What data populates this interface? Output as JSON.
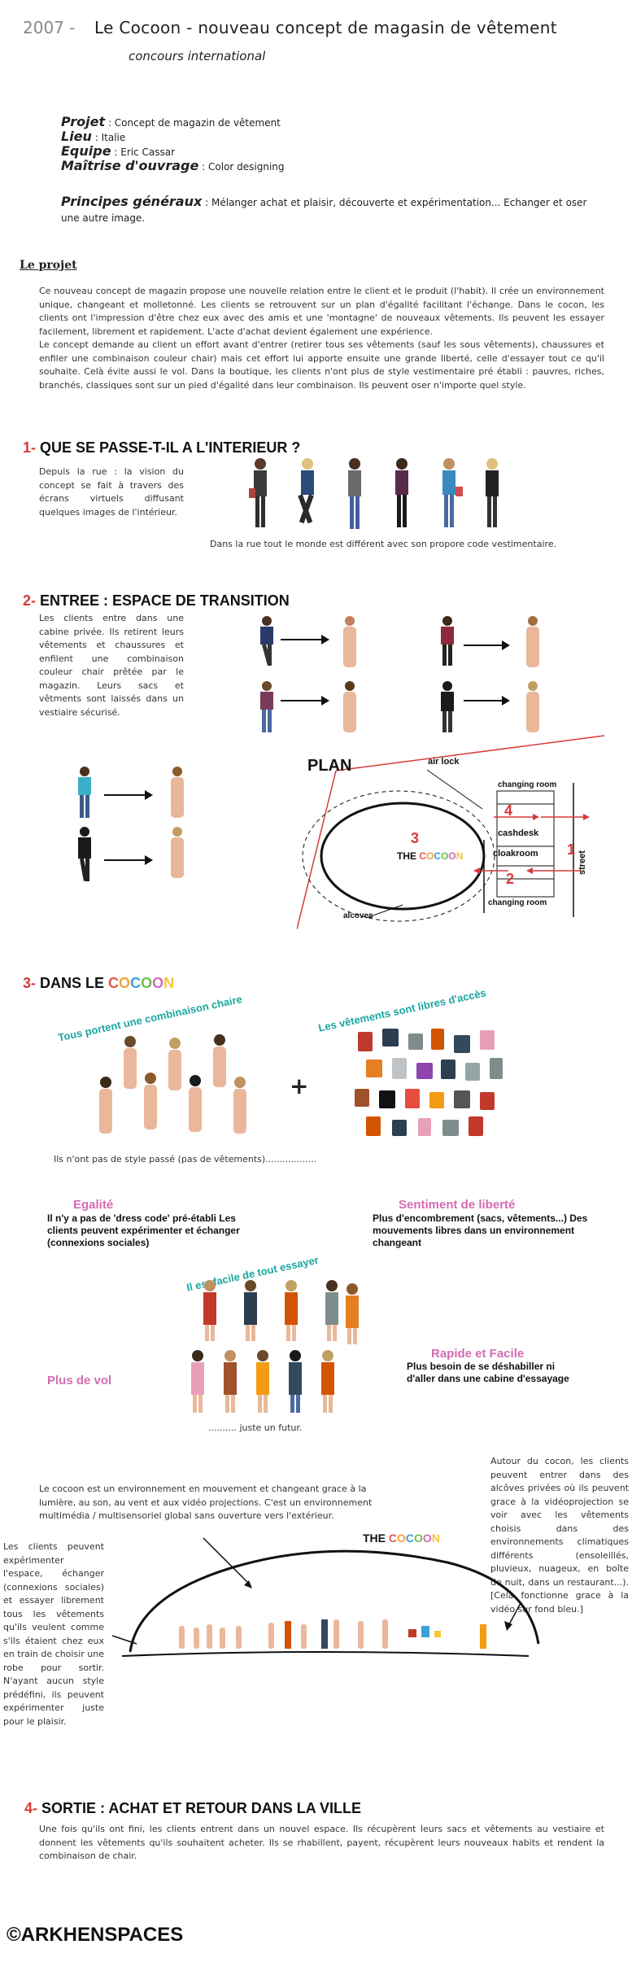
{
  "header": {
    "year": "2007 -",
    "title": "Le Cocoon - nouveau concept de magasin de vêtement",
    "subtitle": "concours international"
  },
  "project": {
    "rows": [
      {
        "label": "Projet",
        "value": ": Concept de magazin de vêtement"
      },
      {
        "label": "Lieu",
        "value": ": Italie"
      },
      {
        "label": "Equipe",
        "value": ": Eric Cassar"
      },
      {
        "label": "Maîtrise d'ouvrage",
        "value": ": Color designing"
      }
    ],
    "principles_label": "Principes généraux",
    "principles_text": ": Mélanger achat et plaisir, découverte et expérimentation... Echanger et oser une autre image."
  },
  "le_projet": {
    "title": "Le projet",
    "p1": "Ce nouveau concept de magazin propose une nouvelle relation entre le client et le produit (l'habit). Il crée un environnement unique, changeant et molletonné. Les clients se retrouvent sur un plan d'égalité facilitant l'échange. Dans le cocon, les clients ont l'impression d'être chez eux avec des amis et une 'montagne' de nouveaux vêtements. Ils peuvent les essayer facilement, librement et rapidement. L'acte d'achat devient également une expérience.",
    "p2": "Le concept demande au client un effort avant d'entrer (retirer tous ses vêtements (sauf les sous vêtements), chaussures et enfiler une combinaison couleur chair) mais cet effort lui apporte ensuite une grande liberté, celle d'essayer tout ce qu'il souhaite. Celà évite aussi le vol. Dans la boutique, les clients n'ont plus de style vestimentaire pré établi : pauvres, riches, branchés, classiques sont sur un pied d'égalité dans leur combinaison. Ils peuvent oser n'importe quel style."
  },
  "section1": {
    "num": "1-",
    "title": "QUE SE PASSE-T-IL A L'INTERIEUR ?",
    "text": "Depuis la rue : la vision du concept se fait à travers des écrans virtuels diffusant quelques images de l'intérieur.",
    "caption": "Dans la rue tout le monde est différent avec son propore code vestimentaire."
  },
  "section2": {
    "num": "2-",
    "title": "ENTREE : ESPACE DE TRANSITION",
    "text": "Les clients entre dans une cabine privée. Ils retirent leurs vêtements et chaussures et enfilent une combinaison couleur chair prêtée par le magazin. Leurs sacs et vêtments sont laissés dans un vestiaire sécurisé."
  },
  "plan": {
    "title": "PLAN",
    "air_lock": "air lock",
    "changing_room_top": "changing room",
    "cashdesk": "cashdesk",
    "cloakroom": "cloakroom",
    "changing_room_bottom": "changing room",
    "alcoves": "alcoves",
    "street": "street",
    "n1": "1",
    "n2": "2",
    "n3": "3",
    "n4": "4",
    "logo_the": "THE ",
    "logo_letters": [
      "C",
      "O",
      "C",
      "O",
      "O",
      "N"
    ]
  },
  "section3": {
    "num": "3-",
    "title_pre": "DANS LE ",
    "title_letters": [
      "C",
      "O",
      "C",
      "O",
      "O",
      "N"
    ],
    "left_curve": "Tous portent une combinaison chaire",
    "right_curve": "Les vêtements sont libres d'accès",
    "plus": "+",
    "caption": "Ils n'ont pas de style passé (pas de vêtements)..................",
    "egalite_title": "Egalité",
    "egalite_text": "Il n'y a pas de 'dress code' pré-établi Les clients peuvent expérimenter et échanger  (connexions sociales)",
    "liberte_title": "Sentiment de liberté",
    "liberte_text": "Plus d'encombrement (sacs, vêtements...) Des mouvements libres dans un environnement changeant",
    "facile_curve": "Il est facile de tout essayer",
    "vol_title": "Plus de vol",
    "rapide_title": "Rapide et Facile",
    "rapide_text": "Plus besoin de se déshabiller ni d'aller dans une cabine d'essayage",
    "futur": ".......... juste un futur."
  },
  "environment": {
    "top_text": "Le cocoon est un environnement en mouvement et changeant grace à la lumière, au son, au vent et aux vidéo projections. C'est un environnement multimédia / multisensoriel global sans ouverture vers l'extérieur.",
    "right_text": "Autour du cocon, les clients peuvent entrer dans des alcôves privées où ils peuvent grace à la vidéoprojection se voir avec les vêtements choisis dans des environnements climatiques différents (ensoleillés, pluvieux, nuageux, en boîte de nuit, dans un restaurant...). [Celà fonctionne grace à la vidéo sur fond bleu.]",
    "left_text": "Les clients peuvent expérimenter l'espace, échanger (connexions sociales) et essayer librement tous les vêtements qu'ils veulent comme s'ils étaient chez eux en train de choisir une robe pour sortir. N'ayant aucun style prédéfini, ils peuvent expérimenter juste pour le plaisir.",
    "logo_the": "THE ",
    "logo_letters": [
      "C",
      "O",
      "C",
      "O",
      "O",
      "N"
    ]
  },
  "section4": {
    "num": "4-",
    "title": "SORTIE : ACHAT ET RETOUR DANS LA VILLE",
    "text": "Une fois qu'ils ont fini, les clients entrent dans un nouvel espace. Ils récupèrent leurs sacs et vêtements au vestiaire et donnent les vêtements qu'ils souhaitent acheter. Ils se rhabillent, payent, récupèrent leurs nouveaux habits et rendent la combinaison de chair."
  },
  "footer": {
    "copyright": "©ARKHENSPACES"
  },
  "colors": {
    "accent_red": "#d83a3a",
    "teal": "#1aa6a1",
    "pink": "#d36bb3",
    "skin": "#eab79a",
    "logo_letter_colors": [
      "#e2574c",
      "#f2a33a",
      "#3aa0d8",
      "#6cbf4b",
      "#d36bb3",
      "#f2c83a"
    ]
  }
}
